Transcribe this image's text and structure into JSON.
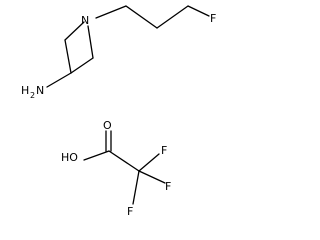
{
  "molecule_amine": {
    "labels": {
      "fluorine": "F",
      "nitrogen": "N",
      "amine_h": "H",
      "amine_h_count": "2",
      "amine_n": "N"
    }
  },
  "molecule_tfa": {
    "labels": {
      "hydroxyl": "HO",
      "carbonyl_o": "O",
      "f_top": "F",
      "f_right": "F",
      "f_bottom": "F"
    }
  },
  "colors": {
    "bond": "#000000",
    "text": "#000000",
    "background": "#ffffff"
  }
}
